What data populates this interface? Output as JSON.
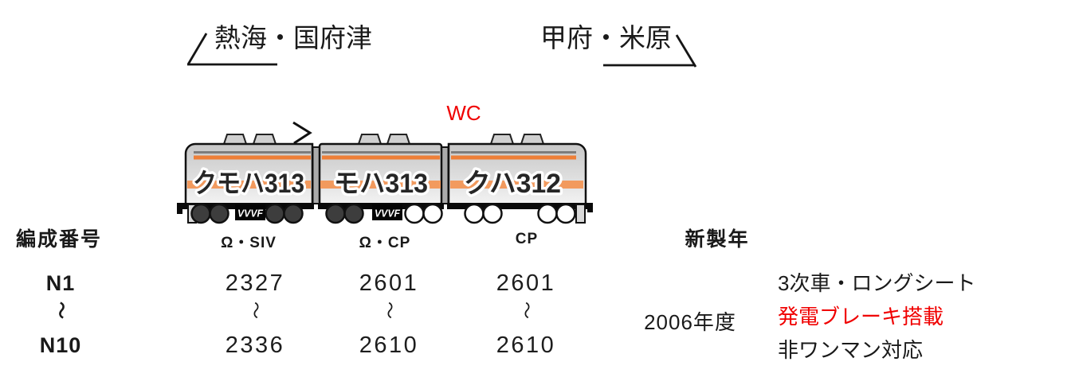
{
  "direction": {
    "left_label": "熱海・国府津",
    "right_label": "甲府・米原"
  },
  "train": {
    "wc_label": "WC",
    "cars": [
      {
        "name": "クモハ313",
        "equipment_label": "Ω・SIV",
        "inverter_label": "VVVF",
        "has_pantograph": true,
        "motored": true
      },
      {
        "name": "モハ313",
        "equipment_label": "Ω・CP",
        "inverter_label": "VVVF",
        "has_pantograph": false,
        "motored": true
      },
      {
        "name": "クハ312",
        "equipment_label": "CP",
        "has_pantograph": false,
        "motored": false
      }
    ]
  },
  "table": {
    "formation_header": "編成番号",
    "build_year_header": "新製年",
    "range_symbol": "〜",
    "formation": {
      "first": "N1",
      "last": "N10"
    },
    "car_numbers": [
      {
        "first": "2327",
        "last": "2336"
      },
      {
        "first": "2601",
        "last": "2610"
      },
      {
        "first": "2601",
        "last": "2610"
      }
    ],
    "build_year": "2006年度",
    "notes": [
      {
        "text": "3次車・ロングシート"
      },
      {
        "text": "発電ブレーキ搭載"
      },
      {
        "text": "非ワンマン対応"
      }
    ]
  },
  "colors": {
    "thin_stripe_orange": "#ee7f38",
    "waist_band_orange": "#f29a5e",
    "body_gray": "#d8d8d8",
    "wc_red": "#f00000",
    "note_red": "#f00000"
  }
}
